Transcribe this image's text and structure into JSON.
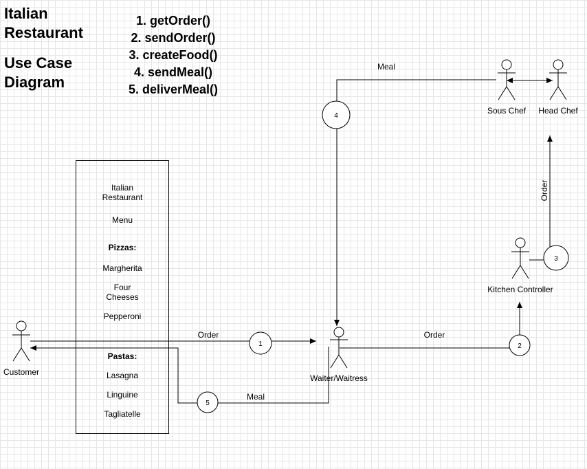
{
  "title": {
    "line1": "Italian",
    "line2": "Restaurant",
    "line3": "Use Case",
    "line4": "Diagram"
  },
  "steps": [
    "1. getOrder()",
    "2. sendOrder()",
    "3. createFood()",
    "4. sendMeal()",
    "5. deliverMeal()"
  ],
  "menu": {
    "line1": "Italian",
    "line2": "Restaurant",
    "menu_label": "Menu",
    "pizzas_heading": "Pizzas:",
    "pizza1": "Margherita",
    "pizza2a": "Four",
    "pizza2b": "Cheeses",
    "pizza3": "Pepperoni",
    "pastas_heading": "Pastas:",
    "pasta1": "Lasagna",
    "pasta2": "Linguine",
    "pasta3": "Tagliatelle"
  },
  "actors": {
    "customer": "Customer",
    "waiter": "Waiter/Waitress",
    "kitchen_controller": "Kitchen Controller",
    "sous_chef": "Sous Chef",
    "head_chef": "Head Chef"
  },
  "flows": {
    "order_customer_waiter": "Order",
    "order_waiter_kitchen": "Order",
    "order_kitchen_headchef": "Order",
    "meal_souschef_waiter": "Meal",
    "meal_waiter_customer": "Meal"
  },
  "step_numbers": [
    "1",
    "2",
    "3",
    "4",
    "5"
  ]
}
